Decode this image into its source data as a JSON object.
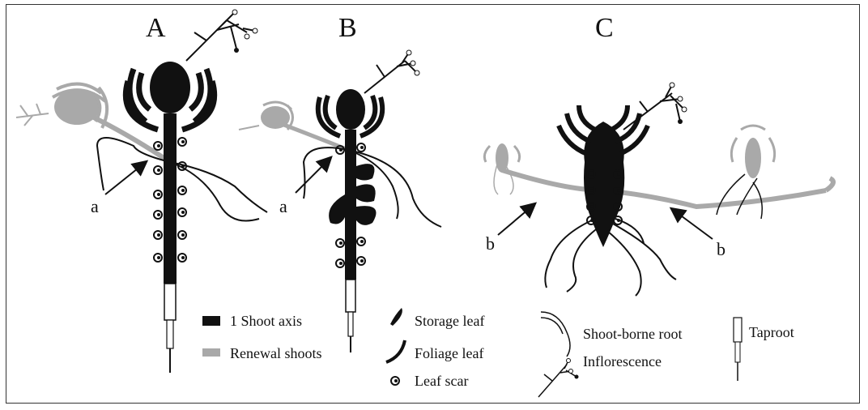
{
  "panels": {
    "a_label": "A",
    "b_label": "B",
    "c_label": "C"
  },
  "arrows": {
    "a_left": "a",
    "a_right": "a",
    "b_left": "b",
    "b_right": "b"
  },
  "legend": {
    "shoot_axis": "1 Shoot axis",
    "renewal_shoots": "Renewal shoots",
    "storage_leaf": "Storage leaf",
    "foliage_leaf": "Foliage leaf",
    "leaf_scar": "Leaf scar",
    "shoot_borne_root": "Shoot-borne root",
    "inflorescence": "Inflorescence",
    "taproot": "Taproot"
  },
  "colors": {
    "shoot_axis": "#111111",
    "renewal_shoot": "#a9a9a9",
    "frame": "#333333"
  }
}
